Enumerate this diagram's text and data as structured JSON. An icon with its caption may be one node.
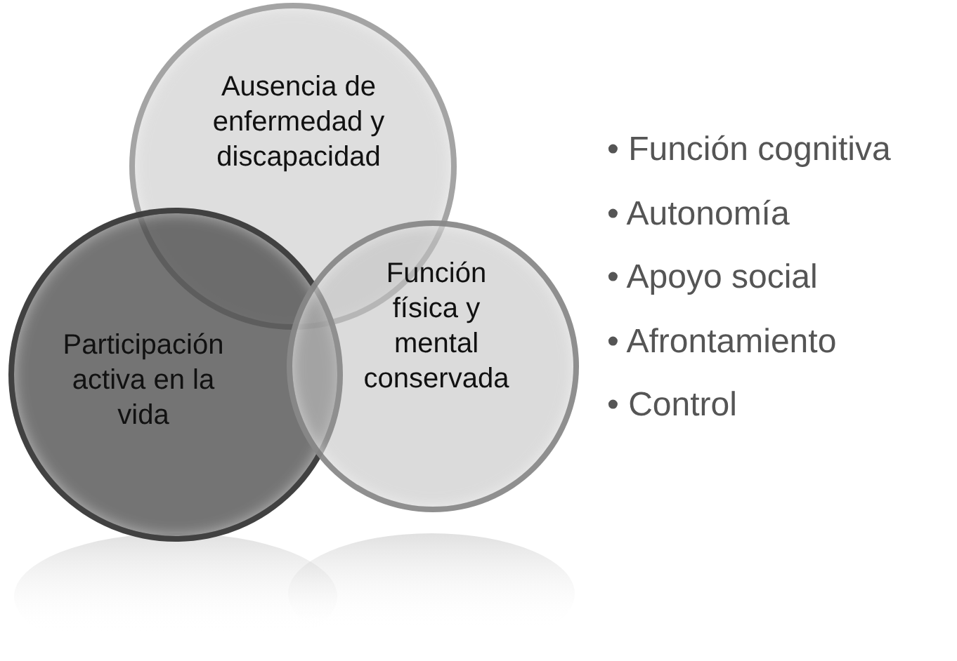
{
  "diagram": {
    "nodes": [
      {
        "text": [
          "Ausencia de enfermedad y discapacidad"
        ]
      },
      {
        "text": [
          "Participación activa en la vida"
        ]
      },
      {
        "text": [
          "Función física y mental conservada"
        ]
      }
    ],
    "labels": [
      "• Función cognitiva",
      "• Autonomía",
      "• Apoyo social",
      "• Afrontamiento",
      "• Control"
    ]
  }
}
